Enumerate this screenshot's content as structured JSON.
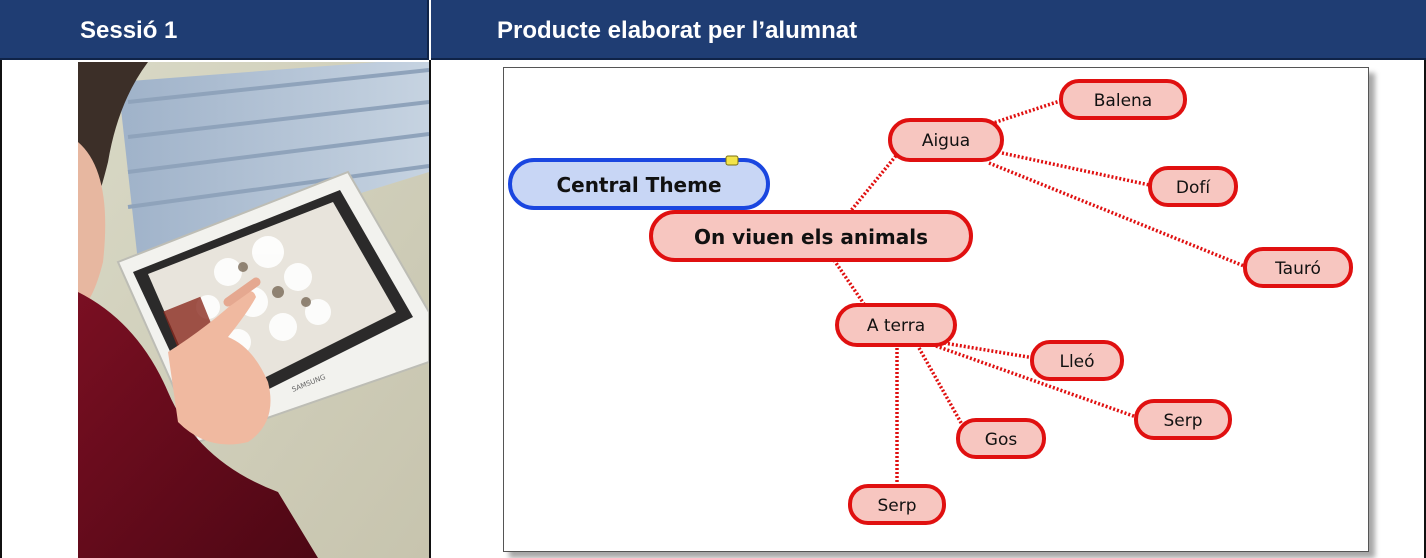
{
  "header": {
    "left_title": "Sessió 1",
    "right_title": "Producte elaborat per l’alumnat"
  },
  "photo": {
    "subject": "child-using-tablet-photo",
    "tablet_brand": "SAMSUNG"
  },
  "mindmap": {
    "central_theme": "Central Theme",
    "main_topic": "On viuen els animals",
    "branches": [
      {
        "label": "Aigua",
        "children": [
          "Balena",
          "Dofí",
          "Tauró"
        ]
      },
      {
        "label": "A terra",
        "children": [
          "Lleó",
          "Serp",
          "Gos",
          "Serp"
        ]
      }
    ]
  },
  "colors": {
    "header_bg": "#1f3d73",
    "node_fill": "#f7c6c0",
    "node_border": "#e01010",
    "central_fill": "#c8d6f5",
    "central_border": "#1a46e0"
  }
}
